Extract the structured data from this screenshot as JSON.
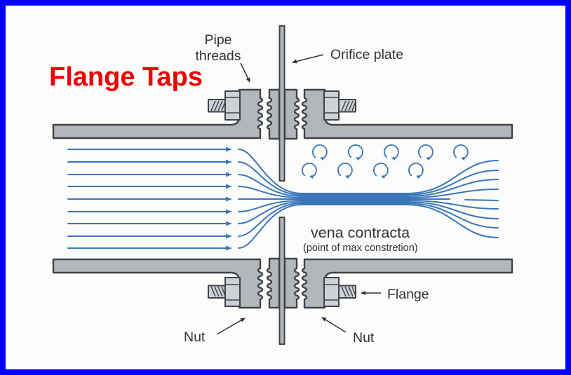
{
  "title": "Flange Taps",
  "labels": {
    "pipe_threads": {
      "line1": "Pipe",
      "line2": "threads"
    },
    "orifice_plate": "Orifice plate",
    "vena_contracta": "vena contracta",
    "vena_contracta_note": "(point of max constretion)",
    "flange": "Flange",
    "nut_left": "Nut",
    "nut_right": "Nut"
  },
  "colors": {
    "border_blue": "#0202fe",
    "background": "#fcfcfb",
    "metal_fill": "#b3b7ba",
    "metal_light": "#ced2d5",
    "outline": "#3f444a",
    "stream_blue": "#3a76b9",
    "label_text": "#2e3338",
    "title_red": "#ee0000"
  },
  "figure": {
    "streamline_count": 9,
    "eddies_top_row": 5,
    "eddies_bottom_row": 4
  }
}
